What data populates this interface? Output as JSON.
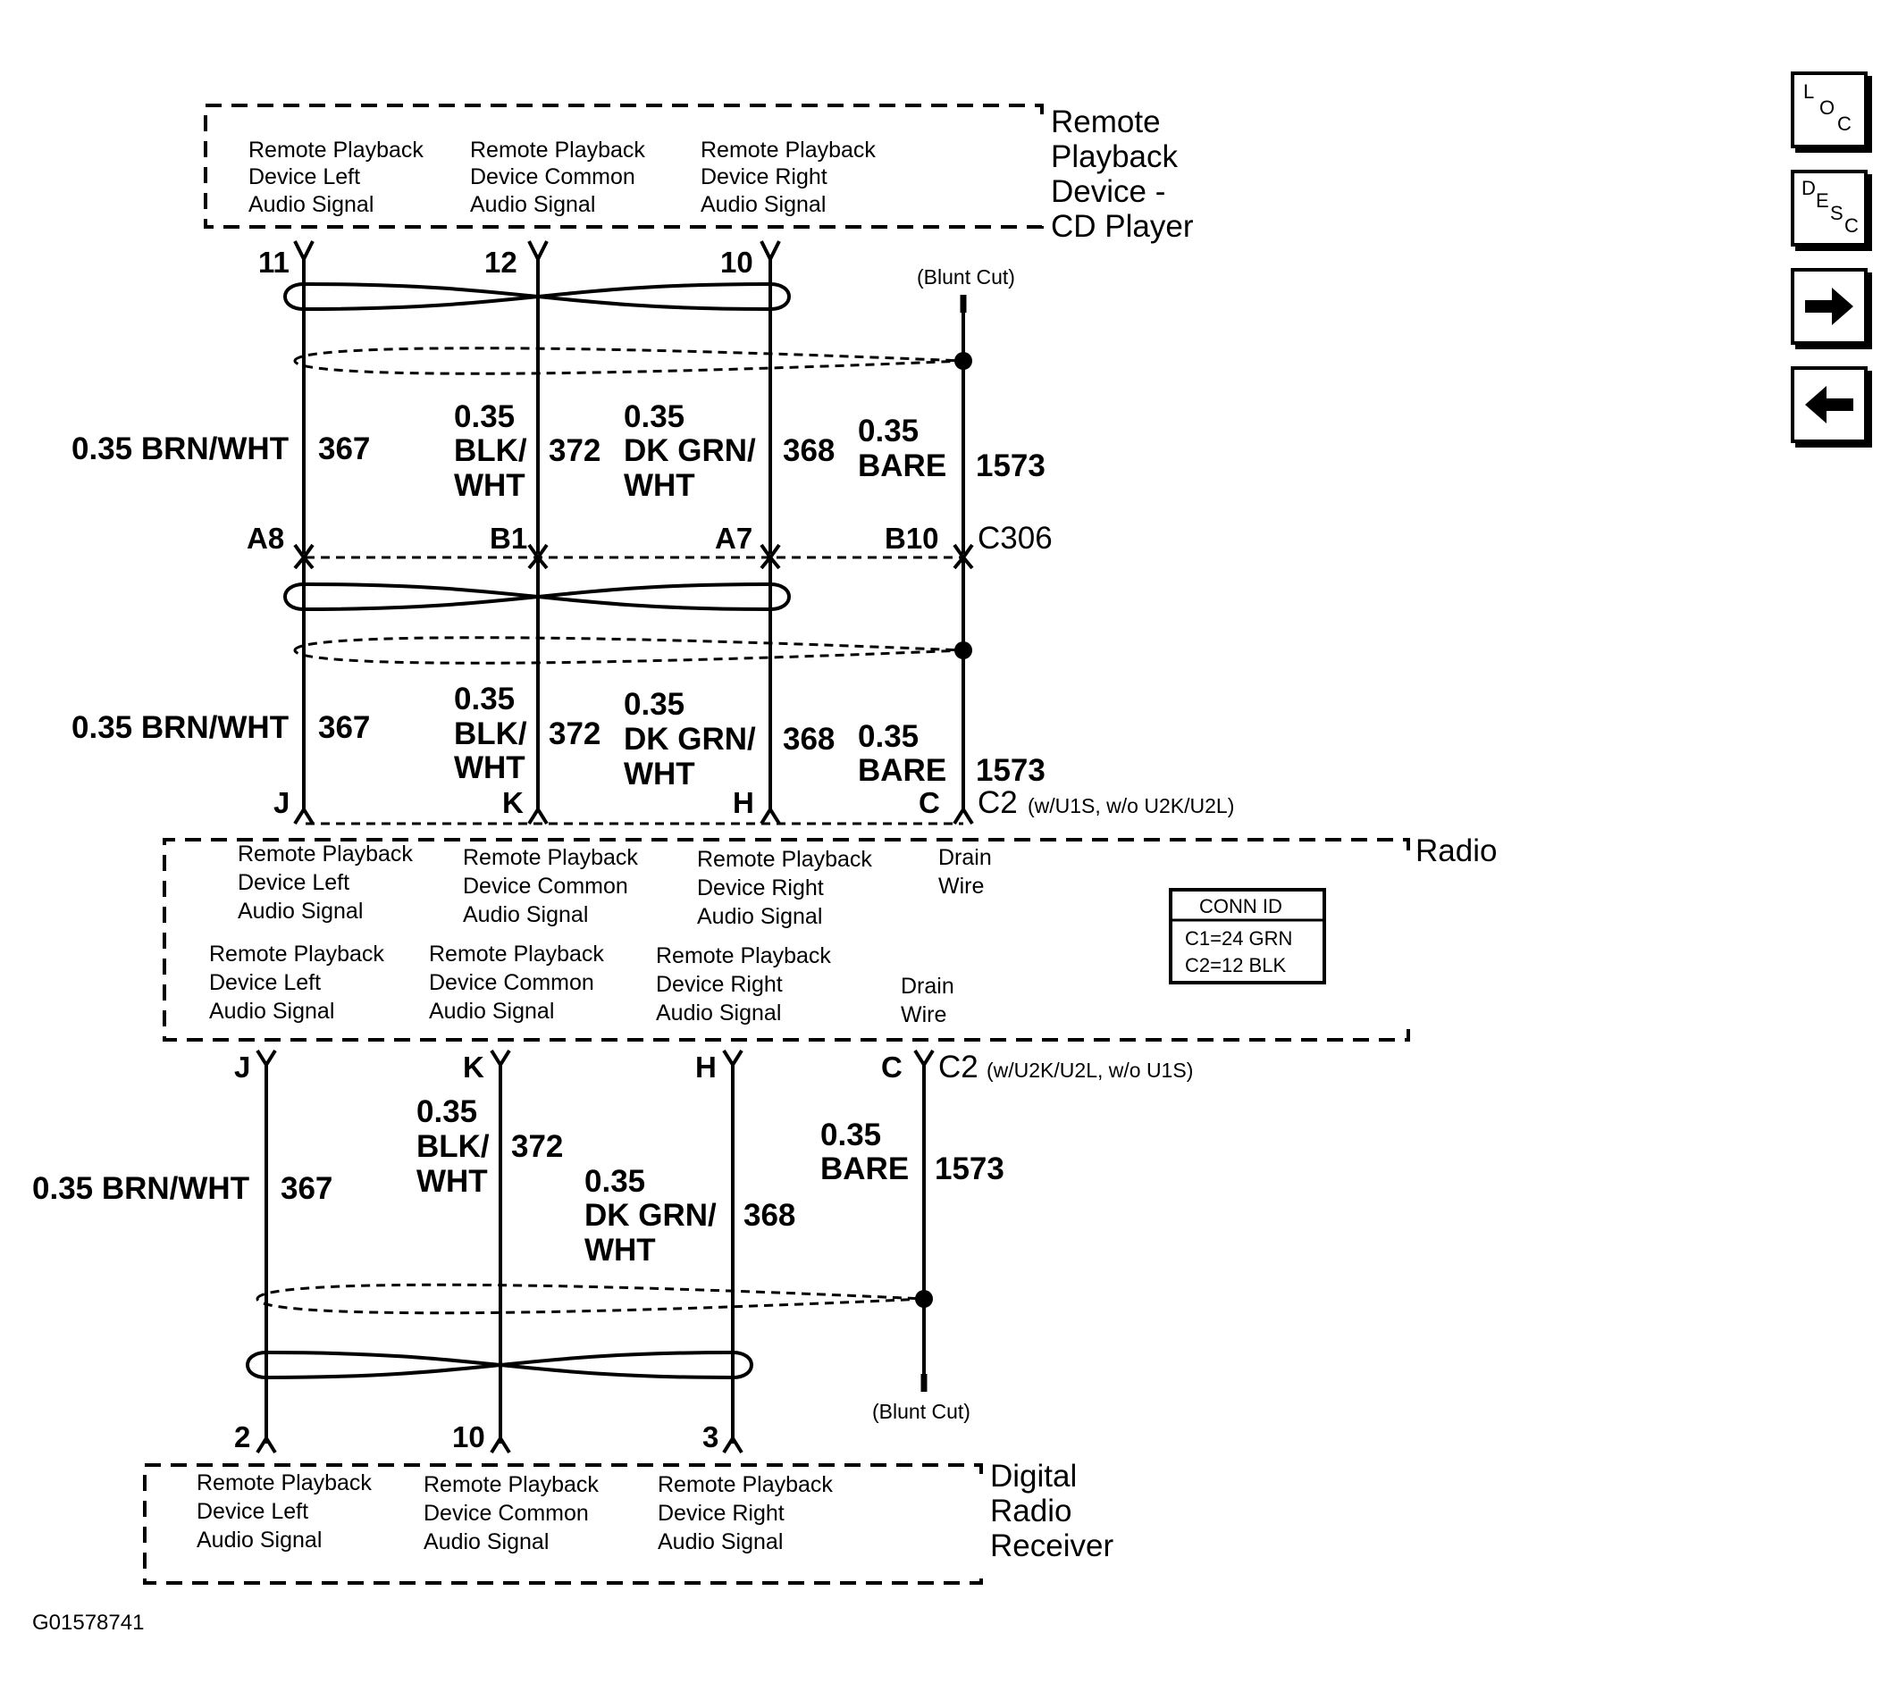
{
  "components": {
    "remote_playback": {
      "name_lines": [
        "Remote",
        "Playback",
        "Device -",
        "CD Player"
      ],
      "signals": [
        [
          "Remote Playback",
          "Device Left",
          "Audio Signal"
        ],
        [
          "Remote Playback",
          "Device Common",
          "Audio Signal"
        ],
        [
          "Remote Playback",
          "Device Right",
          "Audio Signal"
        ]
      ],
      "pins": [
        "11",
        "12",
        "10"
      ],
      "blunt_cut": "(Blunt Cut)"
    },
    "radio": {
      "name": "Radio",
      "c1_signals": [
        [
          "Remote Playback",
          "Device Left",
          "Audio Signal"
        ],
        [
          "Remote Playback",
          "Device Common",
          "Audio Signal"
        ],
        [
          "Remote Playback",
          "Device Right",
          "Audio Signal"
        ],
        [
          "Drain",
          "Wire"
        ]
      ],
      "c2_signals": [
        [
          "Remote Playback",
          "Device Left",
          "Audio Signal"
        ],
        [
          "Remote Playback",
          "Device Common",
          "Audio Signal"
        ],
        [
          "Remote Playback",
          "Device Right",
          "Audio Signal"
        ],
        [
          "Drain",
          "Wire"
        ]
      ],
      "conn_id": {
        "title": "CONN ID",
        "rows": [
          "C1=24 GRN",
          "C2=12 BLK"
        ]
      }
    },
    "digital_radio_receiver": {
      "name_lines": [
        "Digital",
        "Radio",
        "Receiver"
      ],
      "signals": [
        [
          "Remote Playback",
          "Device Left",
          "Audio Signal"
        ],
        [
          "Remote Playback",
          "Device Common",
          "Audio Signal"
        ],
        [
          "Remote Playback",
          "Device Right",
          "Audio Signal"
        ]
      ],
      "pins": [
        "2",
        "10",
        "3"
      ],
      "blunt_cut": "(Blunt Cut)"
    }
  },
  "wires": {
    "left": {
      "size": "0.35 BRN/WHT",
      "circuit": "367"
    },
    "common": {
      "size": "0.35",
      "color_lines": [
        "BLK/",
        "WHT"
      ],
      "circuit": "372"
    },
    "right": {
      "size": "0.35",
      "color_lines": [
        "DK GRN/",
        "WHT"
      ],
      "circuit": "368"
    },
    "drain": {
      "size": "0.35",
      "color": "BARE",
      "circuit": "1573"
    }
  },
  "connectors": {
    "c306": {
      "name": "C306",
      "pins": [
        "A8",
        "B1",
        "A7",
        "B10"
      ]
    },
    "c2_u1s": {
      "name": "C2",
      "note": "(w/U1S, w/o U2K/U2L)",
      "pins": [
        "J",
        "K",
        "H",
        "C"
      ]
    },
    "c2_u2k": {
      "name": "C2",
      "note": "(w/U2K/U2L, w/o U1S)",
      "pins": [
        "J",
        "K",
        "H",
        "C"
      ]
    }
  },
  "figure_id": "G01578741",
  "nav": {
    "loc": {
      "letters": [
        "L",
        "O",
        "C"
      ]
    },
    "desc": {
      "letters": [
        "D",
        "E",
        "S",
        "C"
      ]
    },
    "next_icon": "arrow-right-icon",
    "prev_icon": "arrow-left-icon"
  }
}
